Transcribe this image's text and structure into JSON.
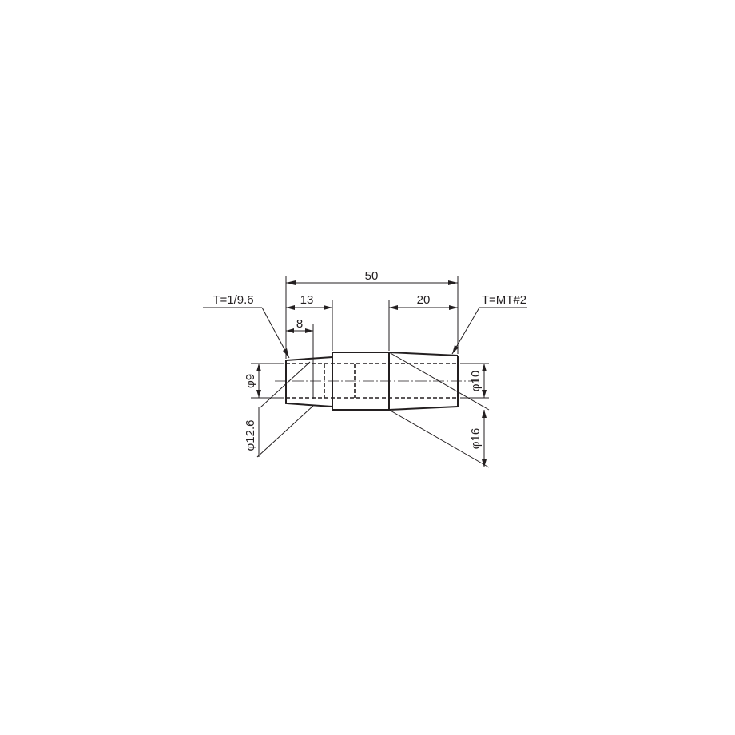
{
  "dimensions": {
    "overall_length": "50",
    "front_length": "13",
    "bore_depth": "8",
    "rear_taper_length": "20",
    "dia_front": "φ9",
    "dia_front_outer": "φ12.6",
    "dia_rear_small": "φ10",
    "dia_rear_large": "φ16"
  },
  "tapers": {
    "front": "T=1/9.6",
    "rear": "T=MT#2"
  }
}
